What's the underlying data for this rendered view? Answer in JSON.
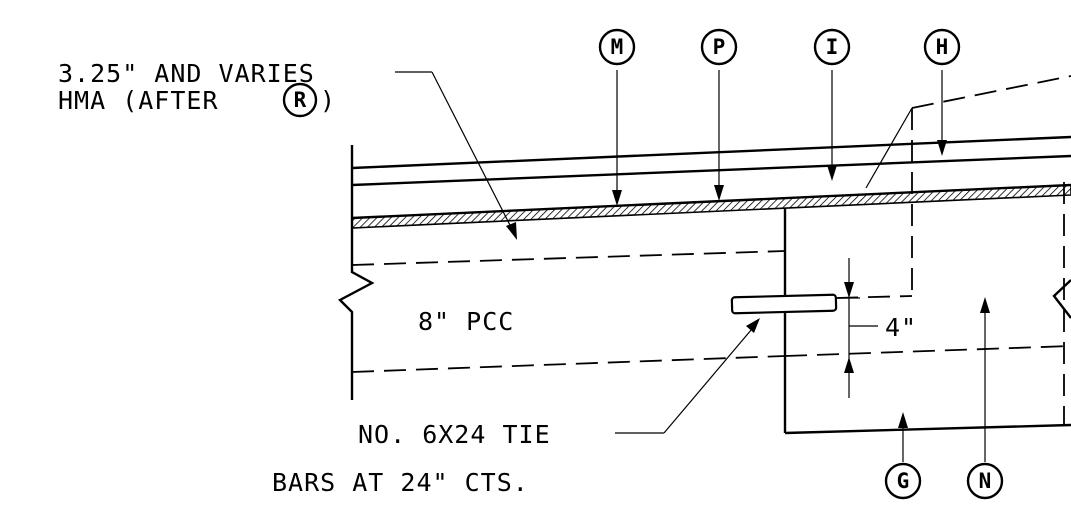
{
  "notes": {
    "hma_line1": "3.25\" AND VARIES",
    "hma_line2": "HMA (AFTER",
    "hma_line2_end": ")",
    "pcc": "8\" PCC",
    "tie_line1": "NO. 6X24 TIE",
    "tie_line2": "BARS AT 24\" CTS.",
    "dim_4in": "4\""
  },
  "callouts": {
    "M": "M",
    "P": "P",
    "I": "I",
    "H": "H",
    "G": "G",
    "N": "N",
    "R": "R"
  }
}
